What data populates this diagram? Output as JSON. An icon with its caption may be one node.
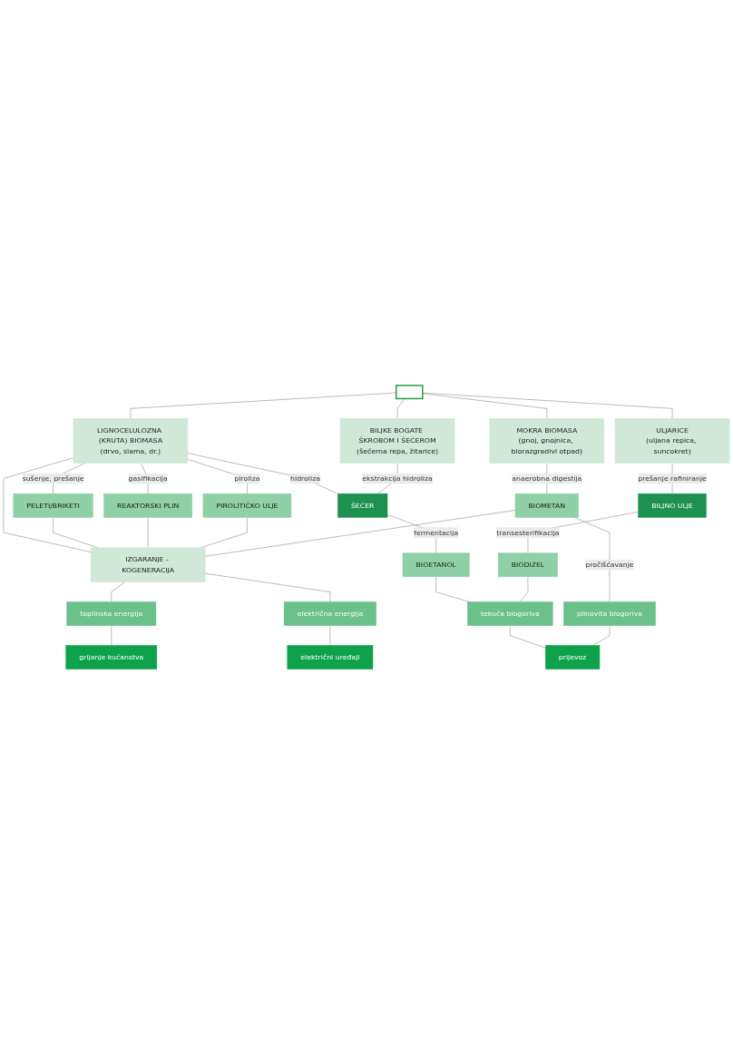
{
  "diagram": {
    "nodes": [
      {
        "text": [],
        "shape": "box"
      },
      {
        "text": [
          "LIGNOCELULOZNA (KRUTA) BIOMASA",
          "(drvo, slama, dr.)"
        ]
      },
      {
        "text": [
          "MOKRA BIOMASA",
          "(gnoj, gnojnica, biorazgradivi otpad)"
        ]
      },
      {
        "text": [
          "BILJKE BOGATE ŠKROBOM I ŠEĆEROM",
          "(šećerna repa, žitarice)"
        ]
      },
      {
        "text": [
          "ULJARICE",
          "(uljana repica, suncokret)"
        ]
      },
      {
        "text": [
          "ŠEĆER"
        ]
      },
      {
        "text": [
          "BILJNO ULJE"
        ]
      },
      {
        "text": [
          "PELETI/BRIKETI"
        ]
      },
      {
        "text": [
          "REAKTORSKI PLIN"
        ]
      },
      {
        "text": [
          "PIROLITIČKO ULJE"
        ]
      },
      {
        "text": [
          "BIOETANOL"
        ]
      },
      {
        "text": [
          "BIODIZEL"
        ]
      },
      {
        "text": [
          "BIOMETAN"
        ]
      },
      {
        "text": [
          "IZGARANJE - KOGENERACIJA"
        ]
      },
      {
        "text": [
          "toplinska energija"
        ]
      },
      {
        "text": [
          "električna energija"
        ]
      },
      {
        "text": [
          "tekuća biogoriva"
        ]
      },
      {
        "text": [
          "plinovita biogoriva"
        ]
      },
      {
        "text": [
          "grijanje kućanstva"
        ]
      },
      {
        "text": [
          "električni uređaji"
        ]
      },
      {
        "text": [
          "prijevoz"
        ]
      }
    ],
    "edges": [
      {
        "from": 0,
        "to": 1,
        "arrow": "none"
      },
      {
        "from": 0,
        "to": 3,
        "arrow": "none"
      },
      {
        "from": 0,
        "to": 4,
        "arrow": "none"
      },
      {
        "from": 0,
        "to": 2,
        "arrow": "none"
      },
      {
        "from": 1,
        "to": 13,
        "arrow": "none"
      },
      {
        "from": 1,
        "to": 7,
        "arrow": "none",
        "label": "sušenje, prešanje"
      },
      {
        "from": 1,
        "to": 8,
        "arrow": "none",
        "label": "gasifikacija"
      },
      {
        "from": 1,
        "to": 9,
        "arrow": "none",
        "label": "piroliza"
      },
      {
        "from": 1,
        "to": 5,
        "arrow": "none",
        "label": "hidroliza"
      },
      {
        "from": 3,
        "to": 5,
        "arrow": "none",
        "label": "ekstrakcija hidroliza"
      },
      {
        "from": 4,
        "to": 6,
        "arrow": "none",
        "label": "prešanje rafiniranje"
      },
      {
        "from": 2,
        "to": 12,
        "arrow": "none",
        "label": "anaerobna digestija"
      },
      {
        "from": 5,
        "to": 10,
        "arrow": "none",
        "label": "fermentacija"
      },
      {
        "from": 6,
        "to": 11,
        "arrow": "none",
        "label": "transesterifikacija"
      },
      {
        "from": 7,
        "to": 13,
        "arrow": "none"
      },
      {
        "from": 8,
        "to": 13,
        "arrow": "none"
      },
      {
        "from": 9,
        "to": 13,
        "arrow": "none"
      },
      {
        "from": 12,
        "to": 13,
        "arrow": "none"
      },
      {
        "from": 12,
        "to": 17,
        "arrow": "none",
        "label": "pročišćavanje"
      },
      {
        "from": 10,
        "to": 16,
        "arrow": "none"
      },
      {
        "from": 11,
        "to": 16,
        "arrow": "none"
      },
      {
        "from": 13,
        "to": 14,
        "arrow": "none"
      },
      {
        "from": 13,
        "to": 15,
        "arrow": "none"
      },
      {
        "from": 14,
        "to": 18,
        "arrow": "none"
      },
      {
        "from": 15,
        "to": 19,
        "arrow": "none"
      },
      {
        "from": 16,
        "to": 20,
        "arrow": "none"
      },
      {
        "from": 17,
        "to": 20,
        "arrow": "none"
      }
    ]
  }
}
